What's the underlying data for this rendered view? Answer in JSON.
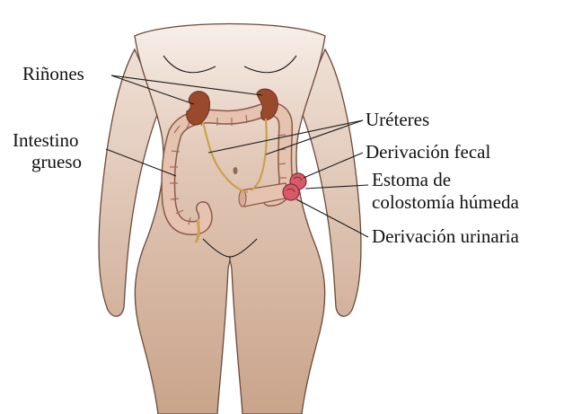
{
  "labels": {
    "kidneys": "Riñones",
    "large_intestine_line1": "Intestino",
    "large_intestine_line2": "grueso",
    "ureters": "Uréteres",
    "fecal_diversion": "Derivación fecal",
    "stoma_line1": "Estoma de",
    "stoma_line2": "colostomía húmeda",
    "urinary_diversion": "Derivación urinaria"
  },
  "colors": {
    "skin": "#d2b29a",
    "skin_light": "#f2e4da",
    "outline": "#6b4a3a",
    "kidney": "#9a4a2c",
    "intestine": "#e0b8a5",
    "intestine_outline": "#8a5a48",
    "ureter": "#c9a24a",
    "stoma": "#d65a6a",
    "text": "#111111"
  }
}
